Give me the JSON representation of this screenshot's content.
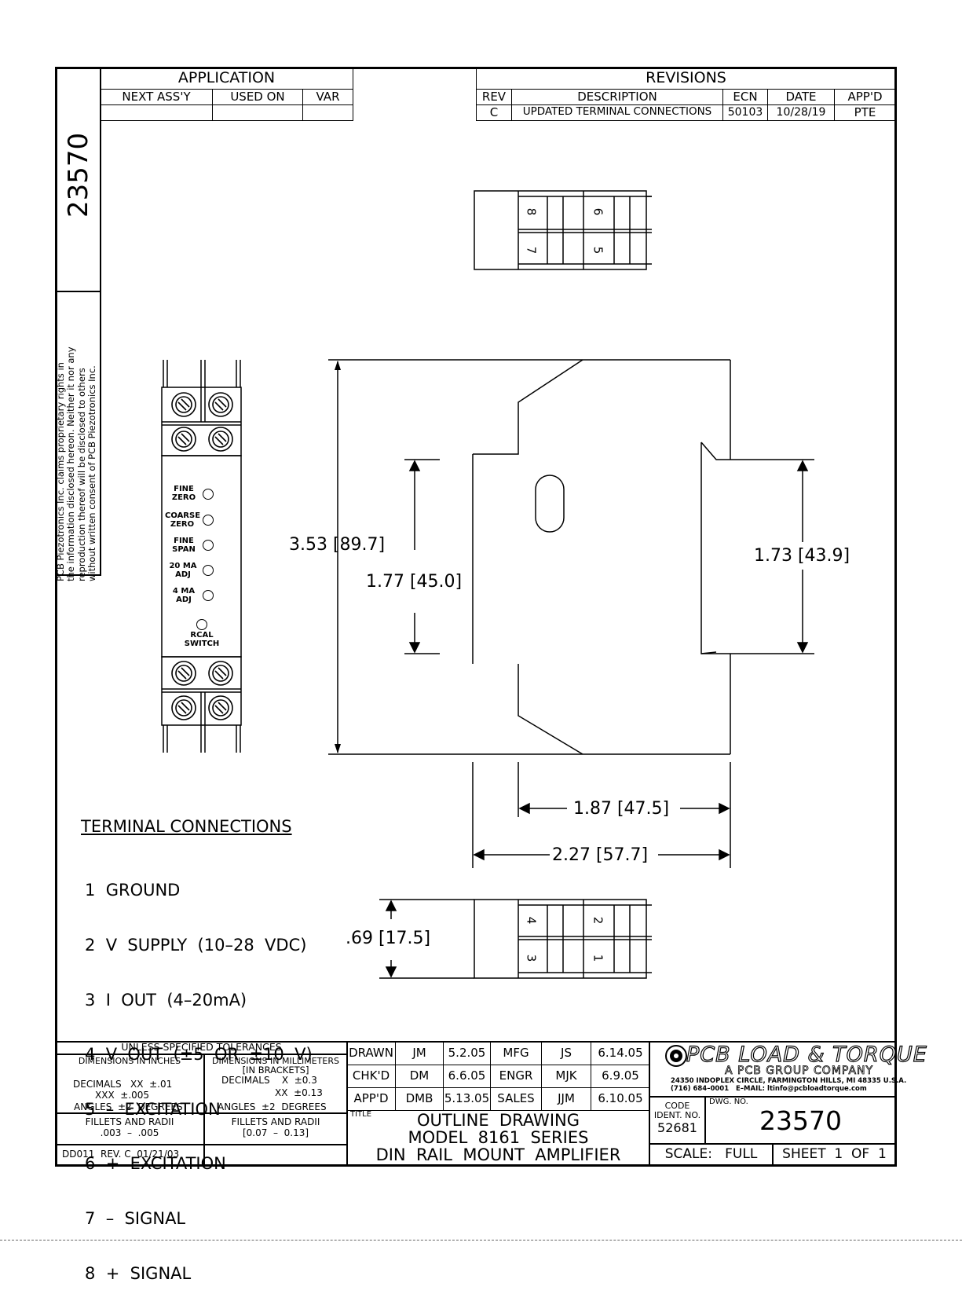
{
  "application": {
    "title": "APPLICATION",
    "headers": [
      "NEXT ASS'Y",
      "USED ON",
      "VAR"
    ]
  },
  "revisions": {
    "title": "REVISIONS",
    "headers": [
      "REV",
      "DESCRIPTION",
      "ECN",
      "DATE",
      "APP'D"
    ],
    "rows": [
      [
        "C",
        "UPDATED TERMINAL CONNECTIONS",
        "50103",
        "10/28/19",
        "PTE"
      ]
    ]
  },
  "side": {
    "dwg_number": "23570",
    "proprietary_lines": [
      "PCB Piezotronics Inc. claims proprietary rights in",
      "the information disclosed hereon. Neither it nor any",
      "reproduction thereof will be disclosed to others",
      "without written consent of PCB Piezotronics Inc."
    ]
  },
  "front_panel": {
    "labels": [
      "FINE\nZERO",
      "COARSE\nZERO",
      "FINE\nSPAN",
      "20 MA\nADJ",
      "4 MA\nADJ"
    ],
    "rcal": "RCAL\nSWITCH"
  },
  "top_terminals": [
    "8",
    "6",
    "7",
    "5"
  ],
  "bottom_terminals": [
    "4",
    "2",
    "3",
    "1"
  ],
  "dimensions": {
    "height_total": "3.53 [89.7]",
    "height_mid": "1.77 [45.0]",
    "height_rail": "1.73 [43.9]",
    "width_inner": "1.87 [47.5]",
    "width_total": "2.27 [57.7]",
    "pitch": ".69 [17.5]"
  },
  "terminal_connections": {
    "title": "TERMINAL CONNECTIONS",
    "items": [
      "1  GROUND",
      "2  V  SUPPLY  (10–28  VDC)",
      "3  I  OUT  (4–20mA)",
      "4  V  OUT  (±5  OR  ±10  V)",
      "5  –  EXCITATION",
      "6  +  EXCITATION",
      "7  –  SIGNAL",
      "8  +  SIGNAL"
    ]
  },
  "tolerances": {
    "header": "UNLESS SPECIFIED TOLERANCES",
    "col1_title": "DIMENSIONS IN INCHES",
    "col2_title": "DIMENSIONS IN MILLIMETERS",
    "col2_sub": "[IN BRACKETS]",
    "dec1a": "DECIMALS   XX  ±.01",
    "dec1b": "XXX  ±.005",
    "ang1": "ANGLES  ±2  DEGREES",
    "dec2a": "DECIMALS    X  ±0.3",
    "dec2b": "XX  ±0.13",
    "ang2": "ANGLES  ±2  DEGREES",
    "fil_title": "FILLETS AND RADII",
    "fil1": ".003  –  .005",
    "fil2": "[0.07  –  0.13]",
    "form": "DD011  REV. C  01/21/03"
  },
  "signoff": [
    [
      "DRAWN",
      "JM",
      "5.2.05",
      "MFG",
      "JS",
      "6.14.05"
    ],
    [
      "CHK'D",
      "DM",
      "6.6.05",
      "ENGR",
      "MJK",
      "6.9.05"
    ],
    [
      "APP'D",
      "DMB",
      "5.13.05",
      "SALES",
      "JJM",
      "6.10.05"
    ]
  ],
  "title_block": {
    "title_label": "TITLE",
    "title_lines": [
      "OUTLINE  DRAWING",
      "MODEL  8161  SERIES",
      "DIN  RAIL  MOUNT  AMPLIFIER"
    ],
    "company": "PCB LOAD & TORQUE",
    "group": "A PCB GROUP COMPANY",
    "address": "24350 INDOPLEX CIRCLE, FARMINGTON HILLS, MI 48335 U.S.A.",
    "contact": "(716) 684–0001   E–MAIL: ltinfo@pcbloadtorque.com",
    "code_label": "CODE\nIDENT. NO.",
    "code": "52681",
    "dwg_label": "DWG. NO.",
    "dwg": "23570",
    "scale": "SCALE:   FULL",
    "sheet": "SHEET  1  OF  1"
  }
}
